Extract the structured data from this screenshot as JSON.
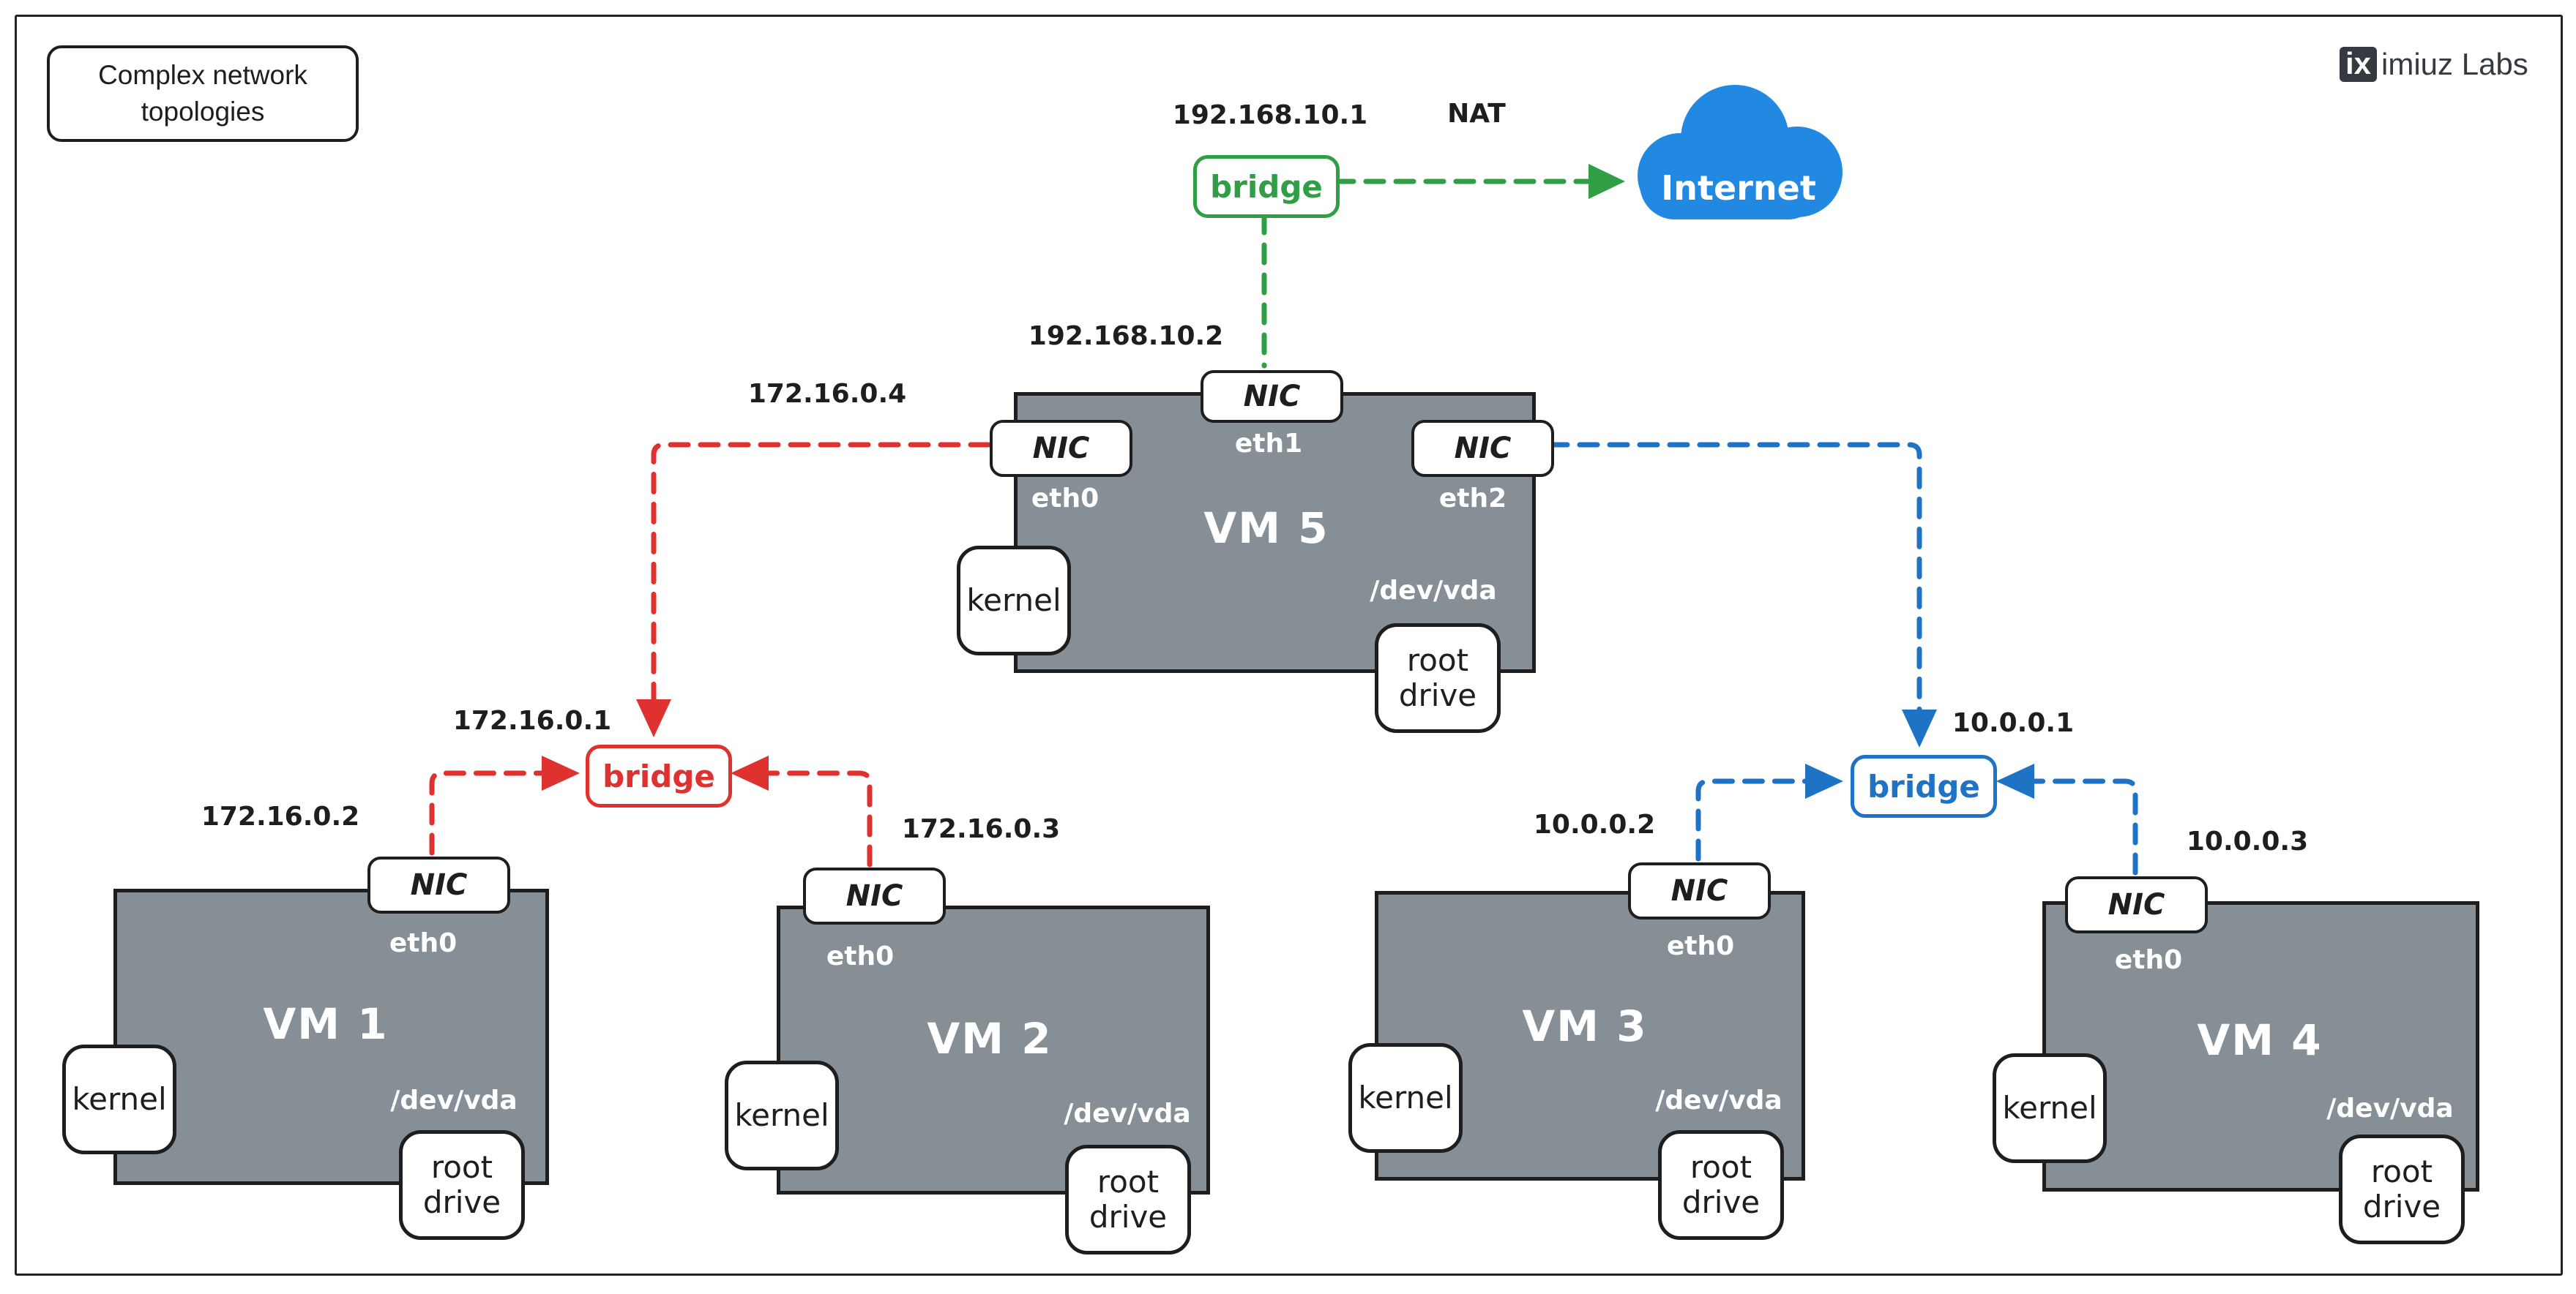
{
  "header": {
    "title": "Complex network topologies",
    "brand_prefix": "ix",
    "brand_suffix": "imiuz Labs"
  },
  "colors": {
    "green": "#2f9e44",
    "red": "#e03131",
    "blue": "#1e73c4",
    "cloud_blue": "#2289e2",
    "vm_gray": "#868e96",
    "ink": "#1e1e1e"
  },
  "nat": {
    "label": "NAT"
  },
  "internet": {
    "label": "Internet"
  },
  "bridges": {
    "nat": {
      "label": "bridge",
      "ip": "192.168.10.1"
    },
    "red": {
      "label": "bridge",
      "ip": "172.16.0.1"
    },
    "blue": {
      "label": "bridge",
      "ip": "10.0.0.1"
    }
  },
  "vm5": {
    "name": "VM 5",
    "nic_label": "NIC",
    "kernel_label": "kernel",
    "disk_label": "/dev/vda",
    "drive_label": "root drive",
    "eth0": {
      "iface": "eth0",
      "ip": "172.16.0.4"
    },
    "eth1": {
      "iface": "eth1",
      "ip": "192.168.10.2"
    },
    "eth2": {
      "iface": "eth2"
    }
  },
  "vms": [
    {
      "name": "VM 1",
      "ip": "172.16.0.2",
      "iface": "eth0",
      "nic_label": "NIC",
      "kernel_label": "kernel",
      "disk_label": "/dev/vda",
      "drive_label": "root drive"
    },
    {
      "name": "VM 2",
      "ip": "172.16.0.3",
      "iface": "eth0",
      "nic_label": "NIC",
      "kernel_label": "kernel",
      "disk_label": "/dev/vda",
      "drive_label": "root drive"
    },
    {
      "name": "VM 3",
      "ip": "10.0.0.2",
      "iface": "eth0",
      "nic_label": "NIC",
      "kernel_label": "kernel",
      "disk_label": "/dev/vda",
      "drive_label": "root drive"
    },
    {
      "name": "VM 4",
      "ip": "10.0.0.3",
      "iface": "eth0",
      "nic_label": "NIC",
      "kernel_label": "kernel",
      "disk_label": "/dev/vda",
      "drive_label": "root drive"
    }
  ]
}
